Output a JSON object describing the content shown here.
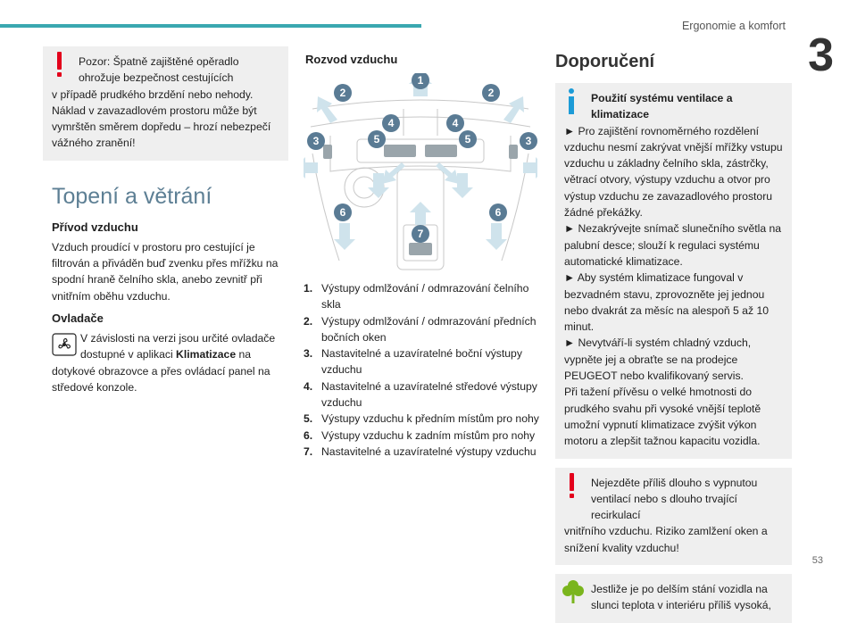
{
  "header": {
    "section_title": "Ergonomie a komfort",
    "chapter_number": "3",
    "page_number": "53"
  },
  "col1": {
    "warning_lead": "Pozor: Špatně zajištěné opěradlo ohrožuje bezpečnost cestujících",
    "warning_rest": "v případě prudkého brzdění nebo nehody. Náklad v zavazadlovém prostoru může být vymrštěn směrem dopředu – hrozí nebezpečí vážného zranění!",
    "heading": "Topení a větrání",
    "supply_title": "Přívod vzduchu",
    "supply_text": "Vzduch proudící v prostoru pro cestující je filtrován a přiváděn buď zvenku přes mřížku na spodní hraně čelního skla, anebo zevnitř při vnitřním oběhu vzduchu.",
    "controls_title": "Ovladače",
    "controls_lead_1": "V závislosti na verzi jsou určité ovladače",
    "controls_lead_2a": "dostupné v aplikaci ",
    "controls_lead_2b": "Klimatizace",
    "controls_lead_2c": " na",
    "controls_rest": "dotykové obrazovce a přes ovládací panel na středové konzole."
  },
  "col2": {
    "title": "Rozvod vzduchu",
    "legend": [
      {
        "n": "1.",
        "text": "Výstupy odmlžování / odmrazování čelního skla"
      },
      {
        "n": "2.",
        "text": "Výstupy odmlžování / odmrazování předních bočních oken"
      },
      {
        "n": "3.",
        "text": "Nastavitelné a uzavíratelné boční výstupy vzduchu"
      },
      {
        "n": "4.",
        "text": "Nastavitelné a uzavíratelné středové výstupy vzduchu"
      },
      {
        "n": "5.",
        "text": "Výstupy vzduchu k předním místům pro nohy"
      },
      {
        "n": "6.",
        "text": "Výstupy vzduchu k zadním místům pro nohy"
      },
      {
        "n": "7.",
        "text": "Nastavitelné a uzavíratelné výstupy vzduchu"
      }
    ],
    "callouts": [
      "1",
      "2",
      "2",
      "3",
      "3",
      "4",
      "4",
      "5",
      "5",
      "6",
      "6",
      "7"
    ]
  },
  "col3": {
    "title": "Doporučení",
    "info_title": "Použití systému ventilace a klimatizace",
    "info_items": [
      "► Pro zajištění rovnoměrného rozdělení vzduchu nesmí zakrývat vnější mřížky vstupu vzduchu u základny čelního skla, zástrčky, větrací otvory, výstupy vzduchu a otvor pro výstup vzduchu ze zavazadlového prostoru žádné překážky.",
      "► Nezakrývejte snímač slunečního světla na palubní desce; slouží k regulaci systému automatické klimatizace.",
      "► Aby systém klimatizace fungoval v bezvadném stavu, zprovozněte jej jednou nebo dvakrát za měsíc na alespoň 5 až 10 minut.",
      "► Nevytváří-li systém chladný vzduch, vypněte jej a obraťte se na prodejce PEUGEOT nebo kvalifikovaný servis.",
      "Při tažení přívěsu o velké hmotnosti do prudkého svahu při vysoké vnější teplotě umožní vypnutí klimatizace zvýšit výkon motoru a zlepšit tažnou kapacitu vozidla."
    ],
    "warning_lead": "Nejezděte příliš dlouho s vypnutou ventilací nebo s dlouho trvající recirkulací",
    "warning_rest": "vnitřního vzduchu. Riziko zamlžení oken a snížení kvality vzduchu!",
    "env_lead": "Jestliže je po delším stání vozidla na slunci teplota v interiéru příliš vysoká,"
  },
  "colors": {
    "accent": "#3aa8b0",
    "heading": "#5d7f94",
    "warning": "#e3001b",
    "info": "#1c9bd7",
    "eco": "#7ab51d",
    "callout": "#5a7b94",
    "arrow": "#cfe3ec"
  }
}
